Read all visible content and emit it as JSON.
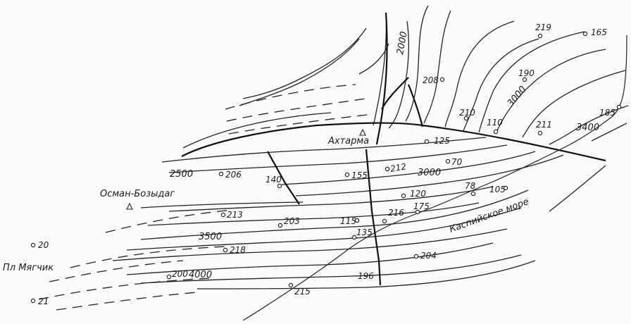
{
  "map": {
    "places": {
      "akhtarma": "Ахтарма",
      "osman": "Осман-Бозыдаг",
      "myagchik": "Пл Мягчик",
      "caspian": "Каспийское море"
    },
    "contour_labels": {
      "c2000": "2000",
      "c2500": "2500",
      "c3000a": "3000",
      "c3000b": "3000",
      "c3400": "3400",
      "c3500": "3500",
      "c4000": "4000"
    },
    "wells": {
      "w20": "20",
      "w21": "21",
      "w70": "70",
      "w78": "78",
      "w105": "105",
      "w110": "110",
      "w115": "115",
      "w120": "120",
      "w125": "125",
      "w135": "135",
      "w140": "140",
      "w155": "155",
      "w165": "165",
      "w175": "175",
      "w185": "185",
      "w190": "190",
      "w196": "196",
      "w200": "200",
      "w203": "203",
      "w204": "204",
      "w206": "206",
      "w208": "208",
      "w210": "210",
      "w211": "211",
      "w212": "212",
      "w213": "213",
      "w215": "215",
      "w216": "216",
      "w218": "218",
      "w219": "219"
    },
    "colors": {
      "ink": "#222222",
      "paper": "#fbfbf9"
    }
  }
}
